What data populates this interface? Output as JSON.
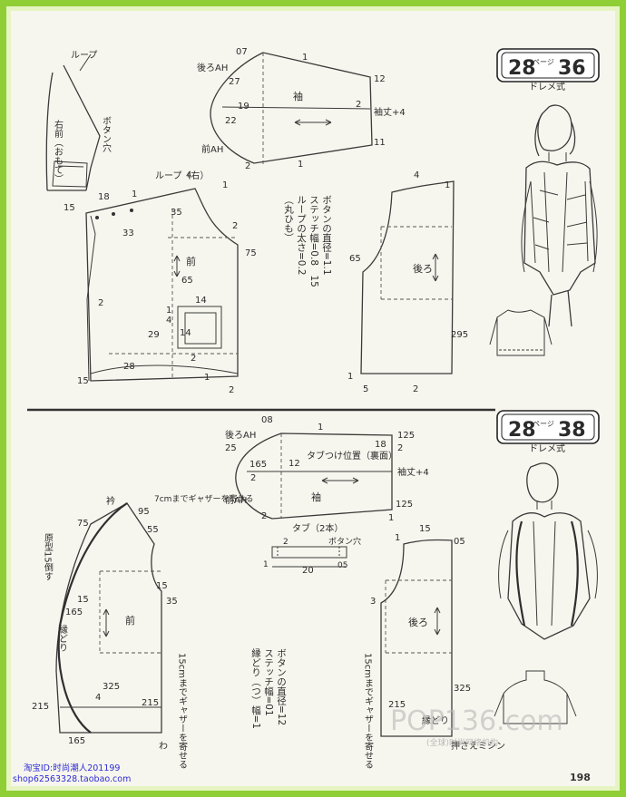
{
  "colors": {
    "border": "#8fce34",
    "paper": "#f7f6ee",
    "line": "#3a3a3a",
    "shop_text": "#2c2cd6"
  },
  "top": {
    "badge": {
      "left": "28",
      "page_label": "ページ",
      "right": "36",
      "type": "ドレメ式"
    },
    "sketch": {
      "loop": "ループ",
      "right_front": "右前（おもて）",
      "button_hole": "ボタン穴"
    },
    "sleeve": {
      "label": "袖",
      "d07": "07",
      "back_ah": "後ろAH",
      "d27": "27",
      "d19": "19",
      "d22": "22",
      "front_ah": "前AH",
      "d2a": "2",
      "d1a": "1",
      "d1b": "1",
      "d12": "12",
      "d2b": "2",
      "sleeve_len": "袖丈+4",
      "d11": "11"
    },
    "front": {
      "label": "前",
      "loop": "ループ（右）",
      "d4": "4",
      "d1": "1",
      "d18": "18",
      "d1b": "1",
      "d15": "15",
      "d35": "35",
      "d33": "33",
      "d2": "2",
      "d75": "75",
      "d2b": "2",
      "d65": "65",
      "d14": "14",
      "d1c": "1",
      "d4b": "4",
      "d14b": "14",
      "d29": "29",
      "d2c": "2",
      "d28": "28",
      "d15b": "15",
      "d1d": "1",
      "d2d": "2"
    },
    "notes": {
      "button": "ボタンの直径=1.1",
      "stitch": "ステッチ幅=0.8　15",
      "loop": "ループの太さ=0.2",
      "loop2": "（丸ひも）"
    },
    "back": {
      "label": "後ろ",
      "d4": "4",
      "d1": "1",
      "d65": "65",
      "d295": "295",
      "d5": "5",
      "d2": "2"
    }
  },
  "bottom": {
    "badge": {
      "left": "28",
      "page_label": "ページ",
      "right": "38",
      "type": "ドレメ式"
    },
    "sleeve": {
      "label": "袖",
      "d08": "08",
      "back_ah": "後ろAH",
      "d25": "25",
      "d165": "165",
      "d12": "12",
      "d2": "2",
      "front_ah": "前AH",
      "d2b": "2",
      "d1a": "1",
      "d125": "125",
      "d18": "18",
      "d2c": "2",
      "tab_pos": "タブつけ位置（裏面）",
      "sleeve_len": "袖丈+4",
      "d125b": "125",
      "d1b": "1"
    },
    "tab": {
      "label": "タブ（2本）",
      "d2": "2",
      "hole": "ボタン穴",
      "d1": "1",
      "d20": "20",
      "d05": "05"
    },
    "front": {
      "label": "前",
      "collar": "衿",
      "gather_top": "7cmまでギャザーを寄せる",
      "d75": "75",
      "d95": "95",
      "d55": "55",
      "pattern_note": "原型15倒す",
      "d15": "15",
      "d15b": "15",
      "d35": "35",
      "d165": "165",
      "edge": "縁どり",
      "gather_side": "15cmまでギャザーを寄せる",
      "d325": "325",
      "d4": "4",
      "d215": "215",
      "d215b": "215",
      "d165b": "165",
      "fold": "わ"
    },
    "notes": {
      "button": "ボタンの直径=12",
      "stitch": "ステッチ幅=01",
      "edge": "縁どり（つ）幅=1"
    },
    "back": {
      "label": "後ろ",
      "d15": "15",
      "d05": "05",
      "d1": "1",
      "d3": "3",
      "d325": "325",
      "gather": "15cmまでギャザーを寄せる",
      "d215": "215",
      "edge": "縁どり",
      "pressing": "押さえミシン"
    }
  },
  "watermark": {
    "site": "POP136.com",
    "sub": "(全球)时尚网络机构"
  },
  "footer": {
    "shop_id": "淘宝ID:时尚潮人201199",
    "shop_url": "shop62563328.taobao.com",
    "page": "198"
  }
}
